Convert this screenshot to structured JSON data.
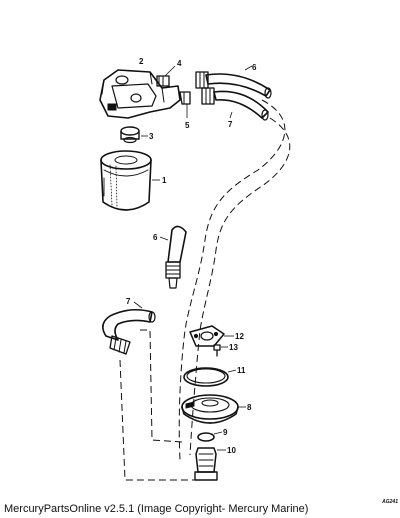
{
  "callouts": [
    "1",
    "2",
    "3",
    "4",
    "5",
    "6",
    "6",
    "7",
    "7",
    "8",
    "9",
    "10",
    "11",
    "12",
    "13"
  ],
  "caption": "MercuryPartsOnline v2.5.1 (Image Copyright- Mercury Marine)",
  "drawing_code": "AG241"
}
